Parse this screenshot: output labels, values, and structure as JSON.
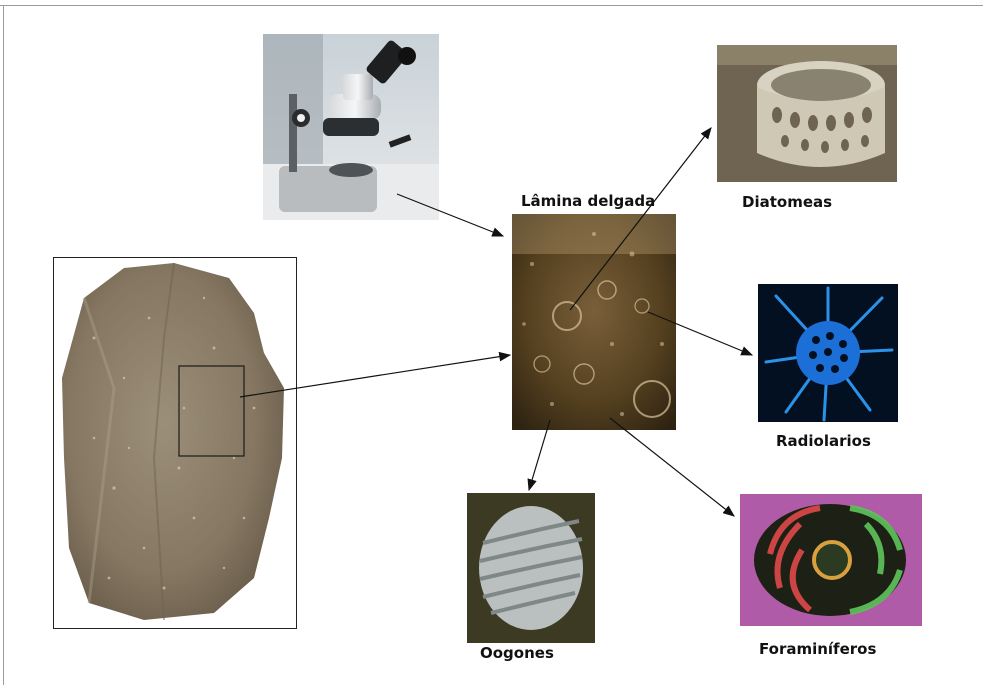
{
  "labels": {
    "thin_section": "Lâmina delgada",
    "diatoms": "Diatomeas",
    "radiolarians": "Radiolarios",
    "oogones": "Oogones",
    "foraminifera": "Foraminíferos"
  }
}
